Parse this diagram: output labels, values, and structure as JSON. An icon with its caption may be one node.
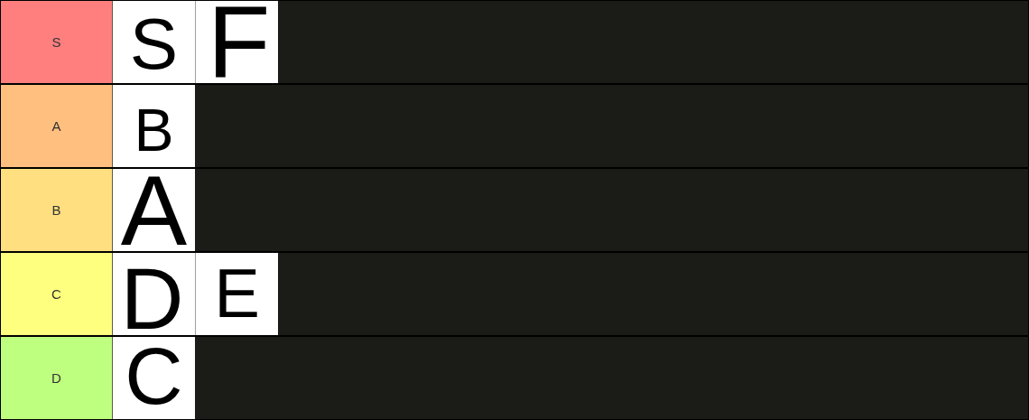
{
  "diagram": {
    "nodes": [
      {
        "text": [
          "S"
        ]
      },
      {
        "text": [
          "S"
        ],
        "in": 0
      },
      {
        "text": [
          "F"
        ],
        "in": 0
      },
      {
        "text": [
          "A"
        ]
      },
      {
        "text": [
          "B"
        ],
        "in": 3
      },
      {
        "text": [
          "B"
        ]
      },
      {
        "text": [
          "A"
        ],
        "in": 5
      },
      {
        "text": [
          "C"
        ]
      },
      {
        "text": [
          "D"
        ],
        "in": 7
      },
      {
        "text": [
          "E"
        ],
        "in": 7
      },
      {
        "text": [
          "D"
        ]
      },
      {
        "text": [
          "C"
        ],
        "in": 10
      }
    ]
  }
}
